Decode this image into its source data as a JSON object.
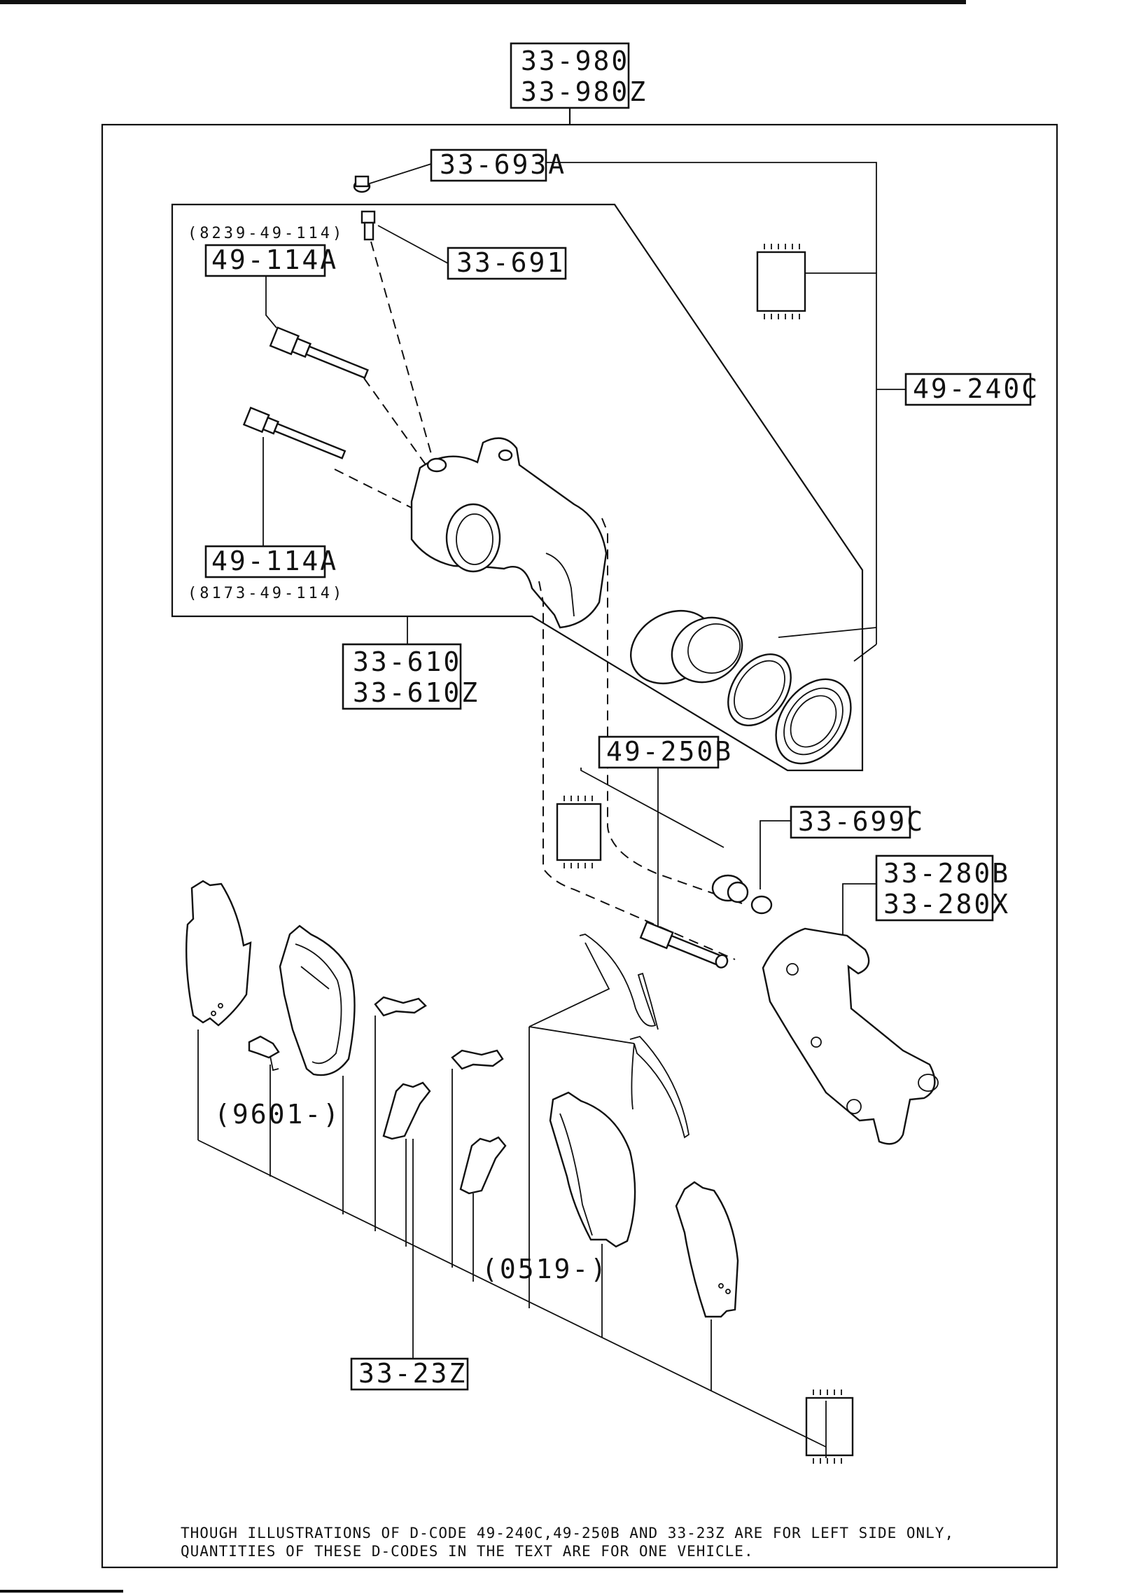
{
  "assembly": {
    "label_1": "33-980",
    "label_2": "33-980Z"
  },
  "parts": {
    "bleeder_cap": "33-693A",
    "bleeder_screw": "33-691",
    "guide_pin_upper": {
      "ref": "(8239-49-114)",
      "label": "49-114A"
    },
    "guide_pin_lower": {
      "label": "49-114A",
      "ref": "(8173-49-114)"
    },
    "caliper": {
      "label_1": "33-610",
      "label_2": "33-610Z"
    },
    "seal_kit": "49-240C",
    "boot_kit": "49-250B",
    "dust_cap": "33-699C",
    "mounting_support": {
      "label_1": "33-280B",
      "label_2": "33-280X"
    },
    "pad_set": "33-23Z"
  },
  "date_ranges": {
    "shim": "(9601-)",
    "spring": "(0519-)"
  },
  "footnote": {
    "line_1": "THOUGH ILLUSTRATIONS OF D-CODE 49-240C,49-250B AND 33-23Z ARE FOR LEFT SIDE ONLY,",
    "line_2": "QUANTITIES OF THESE D-CODES IN THE TEXT ARE FOR ONE VEHICLE."
  }
}
